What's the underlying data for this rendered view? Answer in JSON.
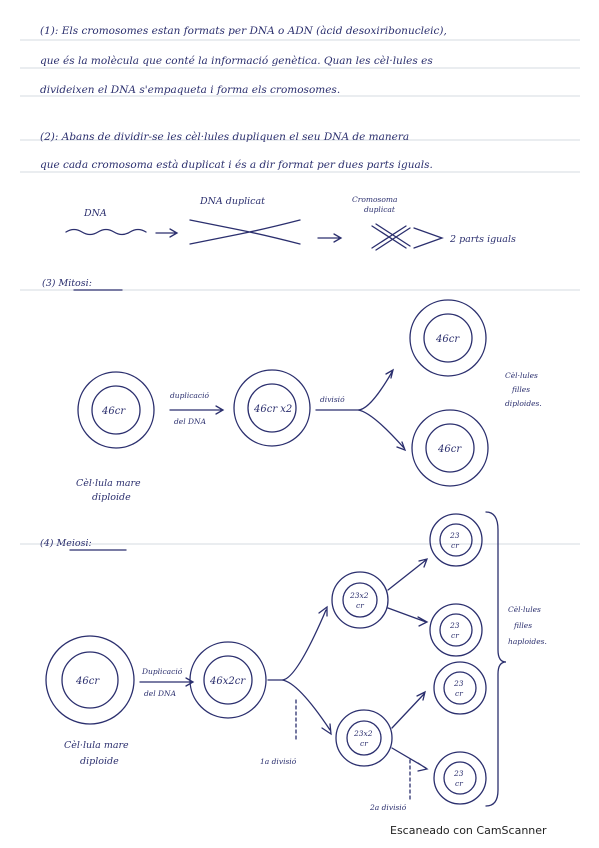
{
  "paragraphs": {
    "p1": [
      "(1): Els cromosomes estan formats per DNA o ADN (àcid desoxiribonucleic),",
      "que és la molècula que conté la informació genètica. Quan les cèl·lules es",
      "divideixen el DNA s'empaqueta i forma els cromosomes."
    ],
    "p2": [
      "(2): Abans de dividir-se les cèl·lules dupliquen el seu DNA de manera",
      "que cada cromosoma està duplicat i és a dir format per dues parts iguals."
    ]
  },
  "dna_diagram": {
    "dna": "DNA",
    "dna_duplicated": "DNA duplicat",
    "chromosome_duplicated_line1": "Cromosoma",
    "chromosome_duplicated_line2": "duplicat",
    "two_equal_parts": "2 parts iguals"
  },
  "mitosis": {
    "heading": "(3) Mitosi:",
    "mother_cell": "46cr",
    "arrow1_line1": "duplicació",
    "arrow1_line2": "del DNA",
    "duplicated_cell": "46cr x2",
    "arrow2": "divisió",
    "daughter_top": "46cr",
    "daughter_bottom": "46cr",
    "daughters_line1": "Cèl·lules",
    "daughters_line2": "filles",
    "daughters_line3": "diploides.",
    "mother_line1": "Cèl·lula mare",
    "mother_line2": "diploide"
  },
  "meiosis": {
    "heading": "(4) Meiosi:",
    "mother_cell": "46cr",
    "arrow1_line1": "Duplicació",
    "arrow1_line2": "del DNA",
    "duplicated_cell": "46x2cr",
    "mid_top_line1": "23x2",
    "mid_top_line2": "cr",
    "mid_bottom_line1": "23x2",
    "mid_bottom_line2": "cr",
    "final_line1": "23",
    "final_line2": "cr",
    "first_division": "1a divisió",
    "second_division": "2a divisió",
    "daughters_line1": "Cèl·lules",
    "daughters_line2": "filles",
    "daughters_line3": "haploides.",
    "mother_line1": "Cèl·lula mare",
    "mother_line2": "diploide"
  },
  "footer": {
    "scanner": "Escaneado con CamScanner"
  }
}
